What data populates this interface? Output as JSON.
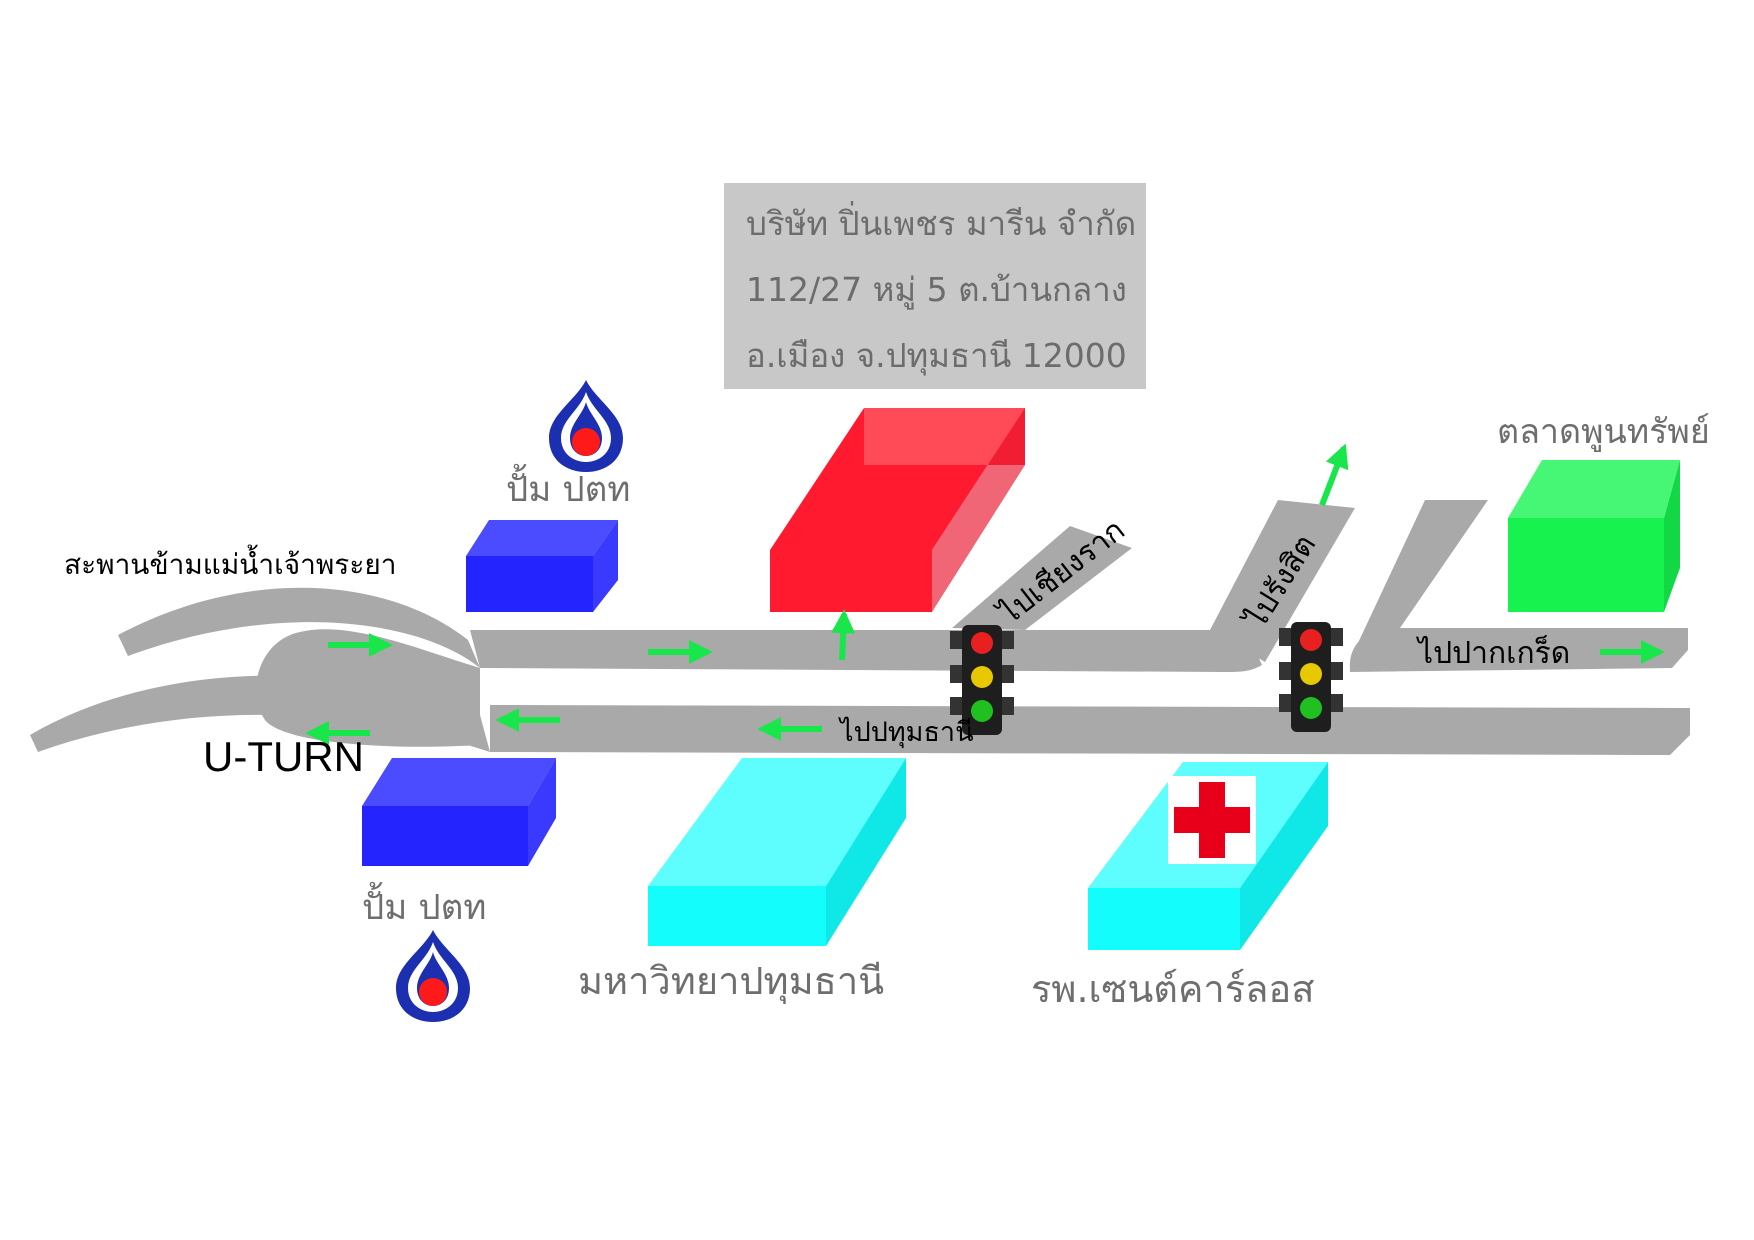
{
  "address": {
    "line1": "บริษัท ปิ่นเพชร มารีน จำกัด",
    "line2": "112/27 หมู่ 5 ต.บ้านกลาง",
    "line3": "อ.เมือง จ.ปทุมธานี 12000"
  },
  "labels": {
    "bridge": "สะพานข้ามแม่น้ำเจ้าพระยา",
    "pump_top": "ปั้ม ปตท",
    "pump_bottom": "ปั้ม ปตท",
    "uturn": "U-TURN",
    "to_chiangrak": "ไปเชียงราก",
    "to_rangsit": "ไปรังสิต",
    "to_pakkret": "ไปปากเกร็ด",
    "to_pathumthani": "ไปปทุมธานี",
    "market": "ตลาดพูนทรัพย์",
    "university": "มหาวิทยาปทุมธานี",
    "hospital": "รพ.เซนต์คาร์ลอส"
  },
  "colors": {
    "road": "#a9a9a9",
    "company": "#ff1a30",
    "pump_box": "#2424ff",
    "university": "#14fdfd",
    "hospital": "#14fdfd",
    "market": "#18f24e",
    "arrow": "#19e64a",
    "ptt_blue": "#1c2fb0",
    "cross": "#e8001a"
  },
  "icons": [
    "ptt-logo-icon",
    "traffic-light-icon",
    "red-cross-icon",
    "direction-arrow-icon"
  ]
}
